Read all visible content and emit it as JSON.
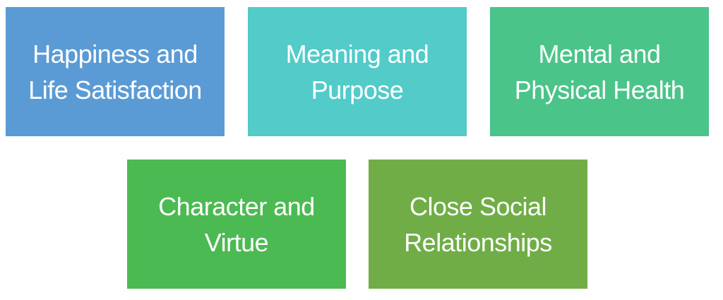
{
  "boxes": [
    {
      "label": "Happiness and Life Satisfaction",
      "color": "#5B9BD5"
    },
    {
      "label": "Meaning and Purpose",
      "color": "#52CBC9"
    },
    {
      "label": "Mental and Physical Health",
      "color": "#4BC48A"
    },
    {
      "label": "Character and Virtue",
      "color": "#4BBA52"
    },
    {
      "label": "Close Social Relationships",
      "color": "#70AD47"
    }
  ]
}
